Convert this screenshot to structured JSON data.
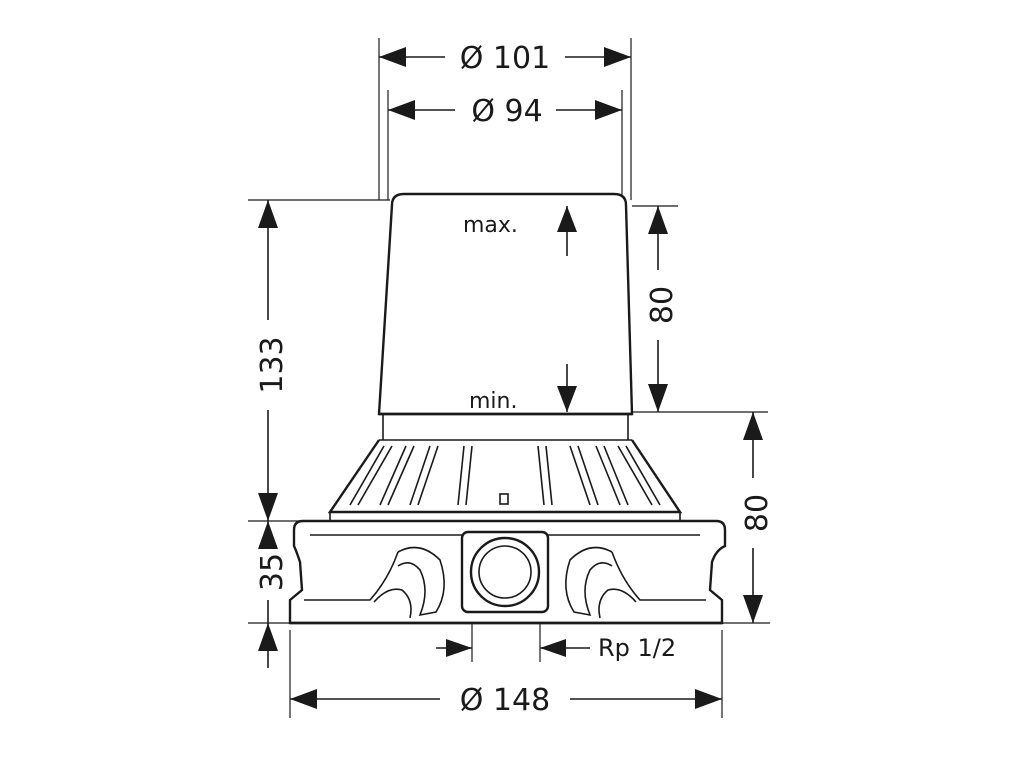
{
  "dimensions": {
    "outer_diameter": "Ø 101",
    "inner_diameter": "Ø 94",
    "base_diameter": "Ø 148",
    "total_height": "133",
    "base_height": "35",
    "adjust_range": "80",
    "connection_height": "80",
    "thread": "Rp 1/2"
  },
  "labels": {
    "max": "max.",
    "min": "min."
  }
}
